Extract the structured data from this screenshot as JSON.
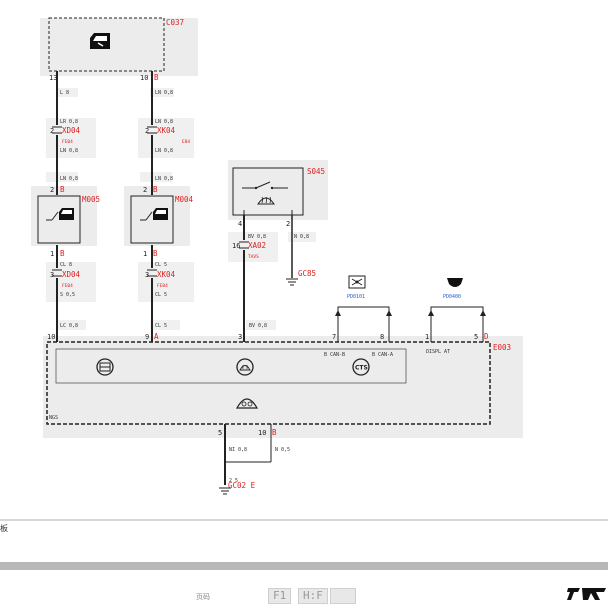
{
  "components": {
    "c037": "C037",
    "m005": "M005",
    "m004": "M004",
    "s045": "S045",
    "e003": "E003",
    "pd0101": "PD0101",
    "pd0400": "PD0400"
  },
  "connectors": {
    "xd04_a": "XD04",
    "xk04_a": "XK04",
    "xd04_b": "XD04",
    "xk04_b": "XK04",
    "xa02": "XA02",
    "xd04_a_sub": "FE04",
    "xk04_a_sub": "E04",
    "xd04_b_sub": "FE04",
    "xk04_b_sub": "FE04",
    "xa02_sub": "TAVS"
  },
  "grounds": {
    "gc85": "GC85",
    "gc02": "GC02 E"
  },
  "pins": {
    "c037_left": "13",
    "c037_right": "10",
    "c037_right_letter": "B",
    "xd04_a": "2",
    "xk04_a": "2",
    "m005_top": "2",
    "m004_top": "2",
    "m005_top_letter": "B",
    "m004_top_letter": "B",
    "m005_bot": "1",
    "m004_bot": "1",
    "m005_bot_letter": "B",
    "m004_bot_letter": "B",
    "xd04_b": "3",
    "xk04_b": "3",
    "s045_left": "4",
    "s045_right": "2",
    "xa02": "16",
    "e003_10": "10",
    "e003_9": "9",
    "e003_9_letter": "A",
    "e003_3": "3",
    "e003_7": "7",
    "e003_8": "8",
    "e003_1": "1",
    "e003_5": "5",
    "e003_5_letter": "D",
    "e003_bot5": "5",
    "e003_bot10": "10",
    "e003_bot10_letter": "B"
  },
  "wires": {
    "w1": "L  8",
    "w2": "LN 0,8",
    "w3": "LR 0,8",
    "w4": "LN 0,8",
    "w5": "LN 0,8",
    "w6": "LN 0,8",
    "w7": "LN 0,8",
    "w8": "LN 0,8",
    "w9": "CL  8",
    "w10": "CL  5",
    "w11": "S 0,5",
    "w12": "CL  5",
    "w13": "BV 0,8",
    "w14": "N 0,8",
    "w15": "BV 0,8",
    "w16": "LC 0,8",
    "w17": "CL  5",
    "w18": "BV 0,8",
    "w19": "NI 0,8",
    "w20": "N 0,5"
  },
  "pin_labels": {
    "can_b": "B CAN-B",
    "can_a": "B CAN-A",
    "displ": "DISPL AT",
    "ngs": "NGS"
  },
  "bottom": {
    "section_text": "板",
    "footer_label": "页码",
    "f1": "F1",
    "hf": "H:F"
  }
}
